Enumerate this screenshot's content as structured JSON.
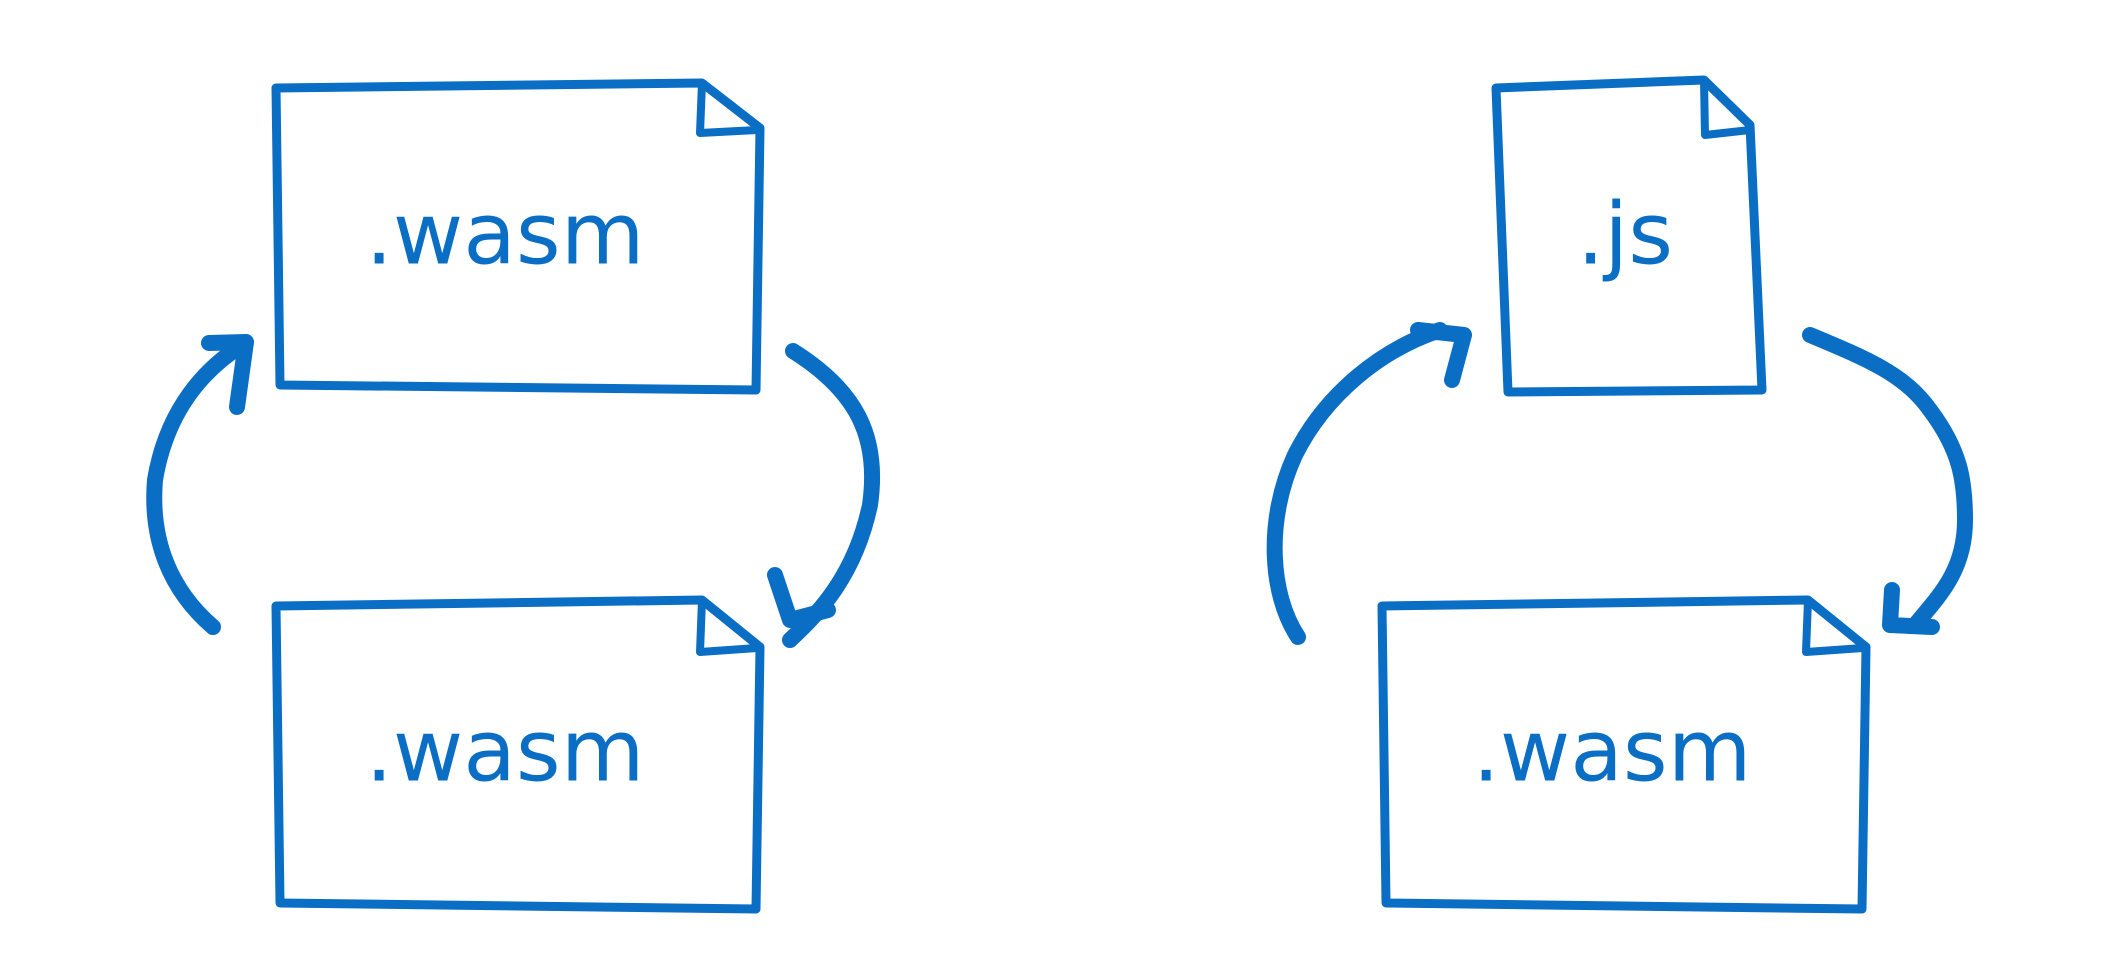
{
  "colors": {
    "accent": "#0b6ec5",
    "background": "#ffffff"
  },
  "diagram": {
    "left_group": {
      "top_file": {
        "label": ".wasm",
        "icon": "file-icon"
      },
      "bottom_file": {
        "label": ".wasm",
        "icon": "file-icon"
      },
      "arrows": [
        "top-to-bottom-arrow",
        "bottom-to-top-arrow"
      ]
    },
    "right_group": {
      "top_file": {
        "label": ".js",
        "icon": "file-icon"
      },
      "bottom_file": {
        "label": ".wasm",
        "icon": "file-icon"
      },
      "arrows": [
        "top-to-bottom-arrow",
        "bottom-to-top-arrow"
      ]
    }
  }
}
